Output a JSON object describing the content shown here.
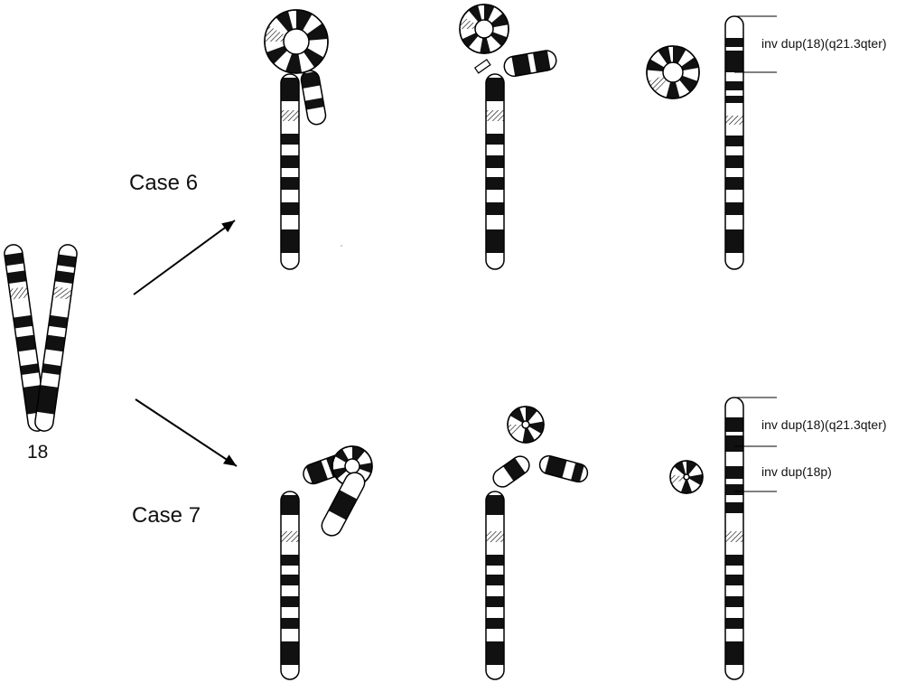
{
  "labels": {
    "case6": "Case 6",
    "case7": "Case 7",
    "chromosome_number": "18",
    "case6_derivative": "inv dup(18)(q21.3qter)",
    "case7_derivative_q": "inv dup(18)(q21.3qter)",
    "case7_derivative_p": "inv dup(18p)"
  },
  "colors": {
    "band_dark": "#111111",
    "band_light": "#ffffff",
    "outline": "#000000"
  }
}
